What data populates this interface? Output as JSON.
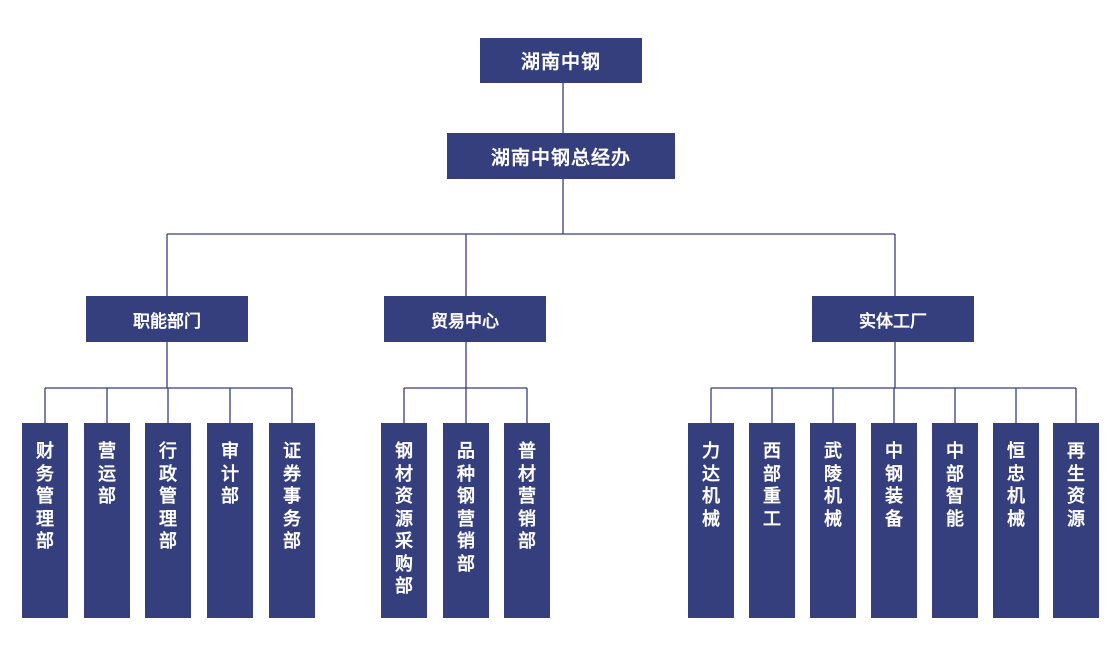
{
  "colors": {
    "box": "#353f7e",
    "line": "#353f7e",
    "text": "#ffffff"
  },
  "org": {
    "root": "湖南中钢",
    "office": "湖南中钢总经办",
    "groups": [
      {
        "name": "职能部门",
        "units": [
          "财务管理部",
          "营运部",
          "行政管理部",
          "审计部",
          "证券事务部"
        ]
      },
      {
        "name": "贸易中心",
        "units": [
          "钢材资源采购部",
          "品种钢营销部",
          "普材营销部"
        ]
      },
      {
        "name": "实体工厂",
        "units": [
          "力达机械",
          "西部重工",
          "武陵机械",
          "中钢装备",
          "中部智能",
          "恒忠机械",
          "再生资源"
        ]
      }
    ]
  }
}
